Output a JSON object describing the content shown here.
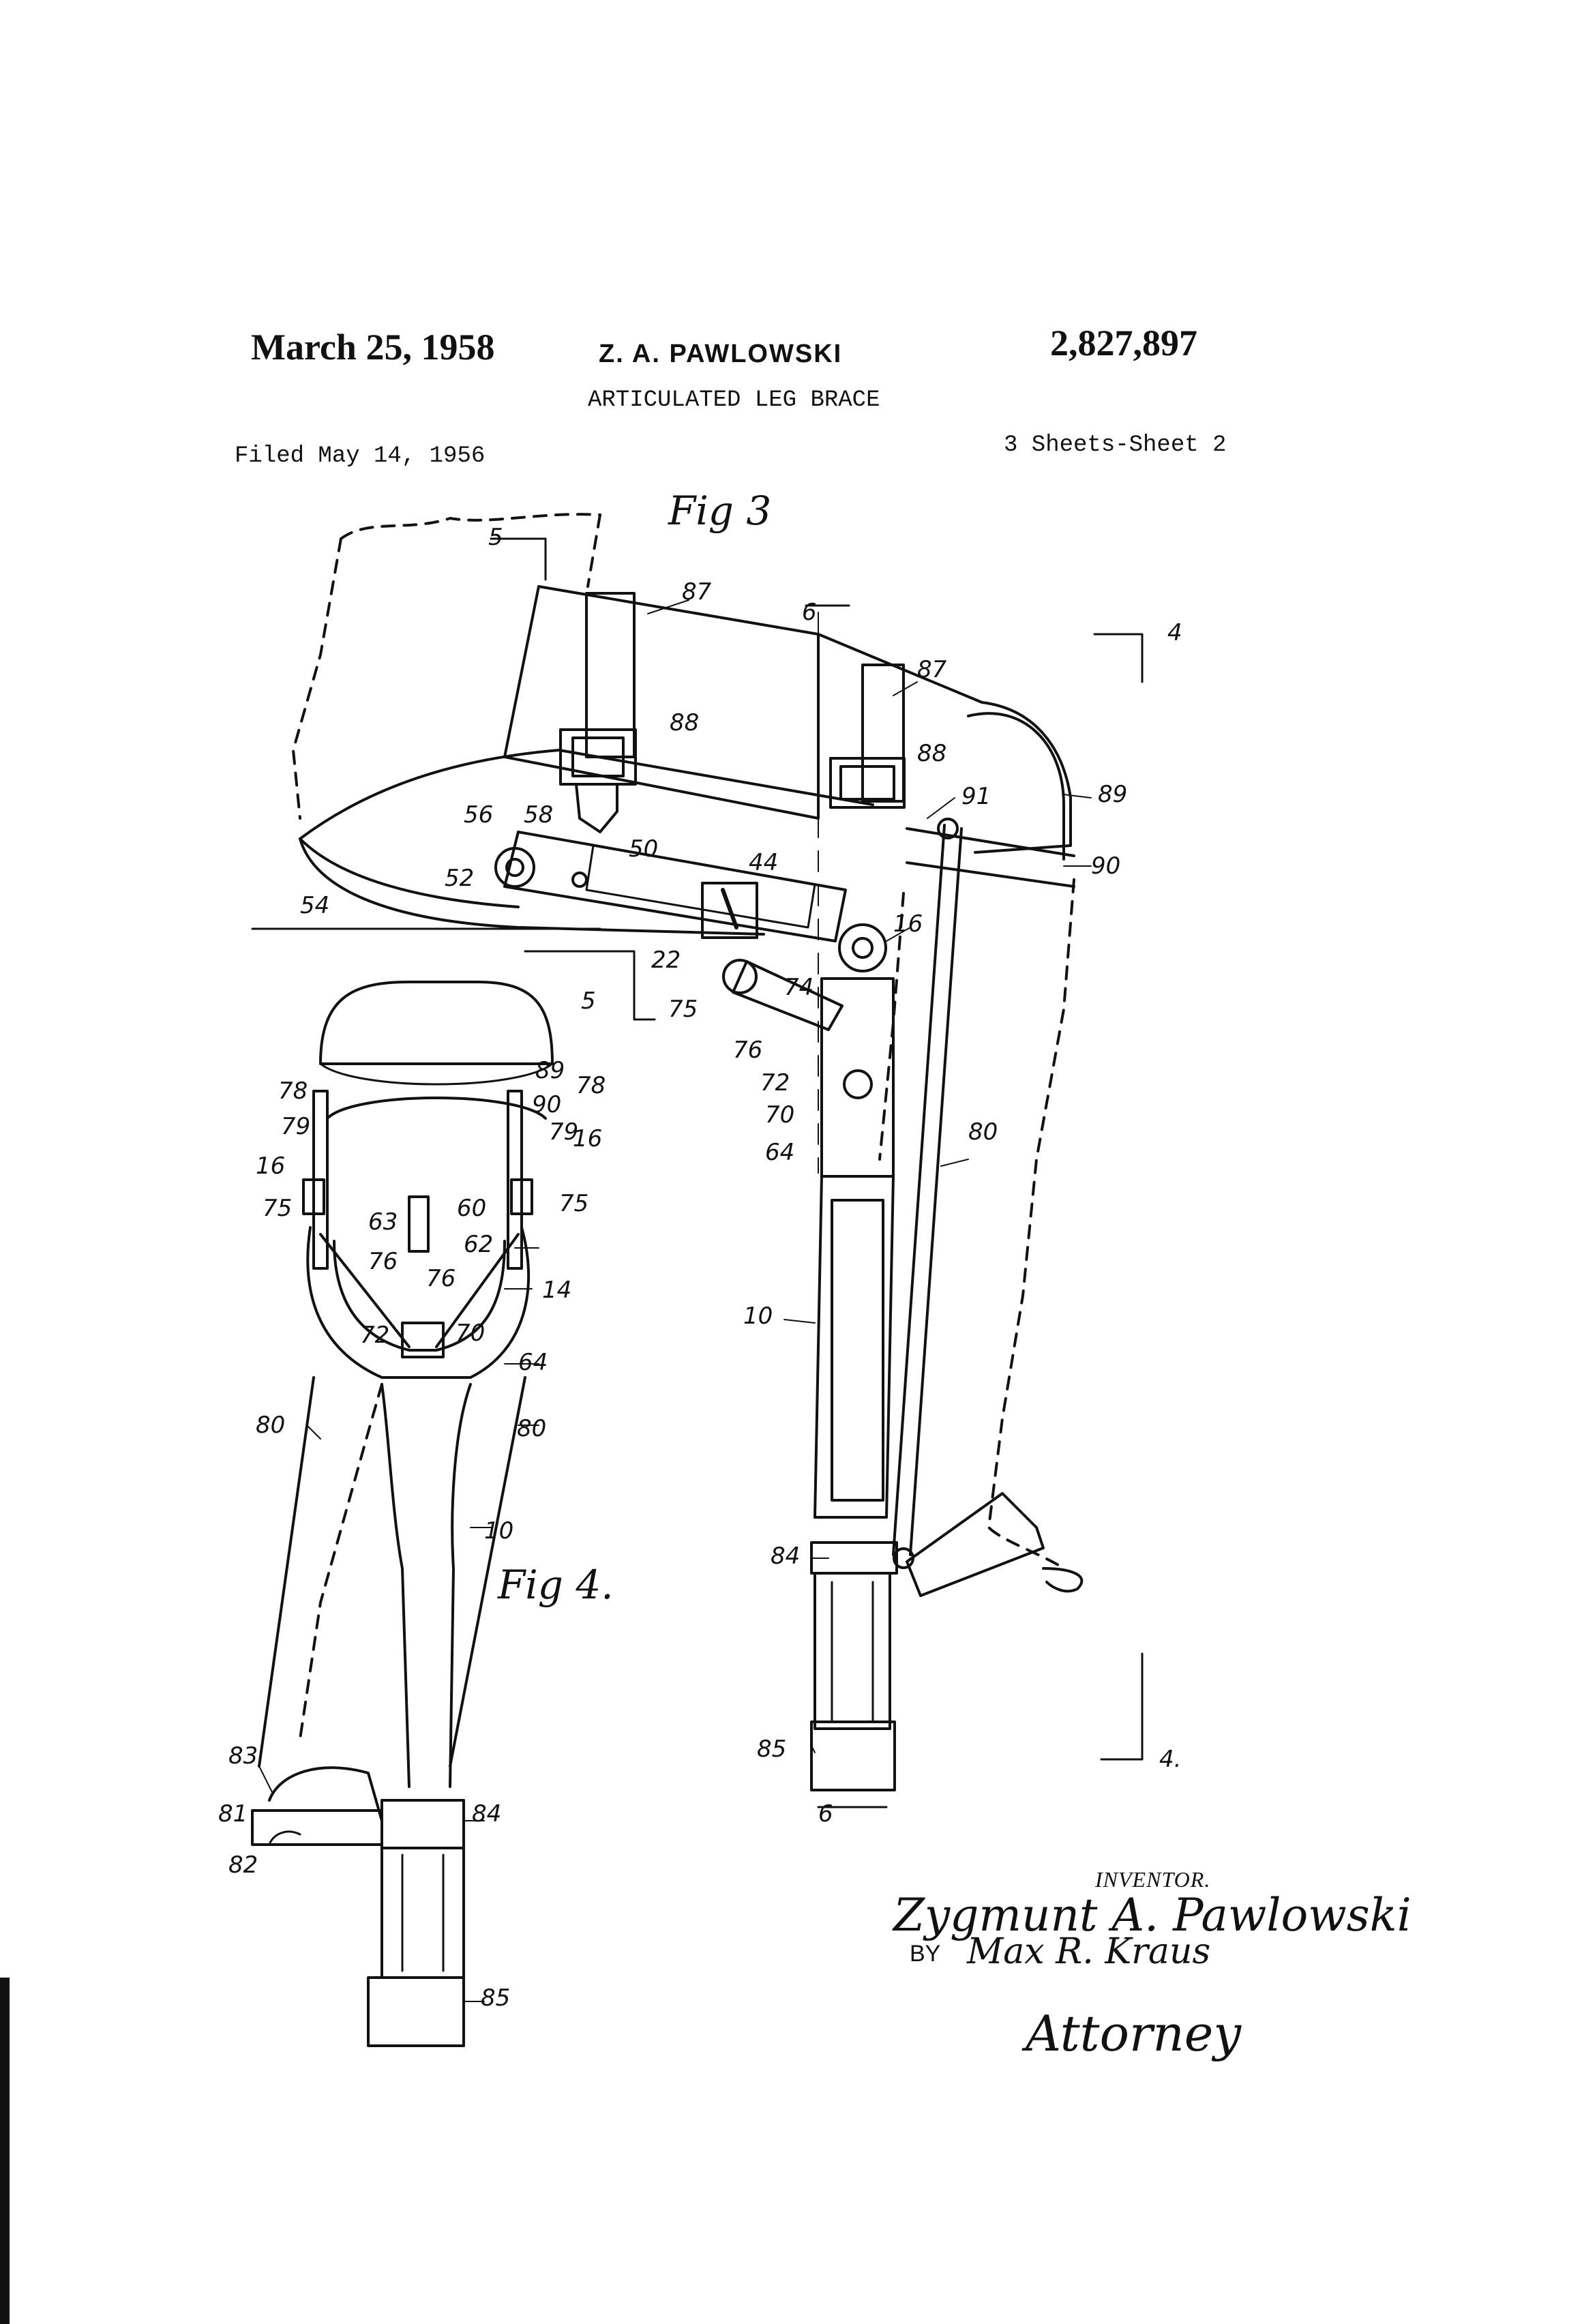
{
  "header": {
    "date": "March 25, 1958",
    "inventor": "Z. A. PAWLOWSKI",
    "patent_number": "2,827,897",
    "title": "ARTICULATED LEG BRACE",
    "filed": "Filed May 14, 1956",
    "sheets": "3 Sheets-Sheet 2"
  },
  "figures": {
    "fig3_label": "Fig 3",
    "fig4_label": "Fig 4."
  },
  "section_marks": {
    "s5_top": "5",
    "s5_bottom": "5",
    "s6_top": "6",
    "s6_bottom": "6",
    "s4_top": "4",
    "s4_bottom": "4."
  },
  "ref_numerals": {
    "fig3": [
      "87",
      "87",
      "88",
      "88",
      "89",
      "90",
      "91",
      "56",
      "58",
      "50",
      "44",
      "52",
      "54",
      "22",
      "16",
      "75",
      "74",
      "76",
      "72",
      "70",
      "64",
      "80",
      "10",
      "84",
      "85"
    ],
    "fig4": [
      "89",
      "78",
      "90",
      "78",
      "79",
      "79",
      "16",
      "16",
      "75",
      "75",
      "63",
      "60",
      "62",
      "76",
      "76",
      "14",
      "72",
      "70",
      "64",
      "80",
      "80",
      "10",
      "83",
      "81",
      "84",
      "82",
      "85"
    ]
  },
  "signature": {
    "label": "INVENTOR.",
    "inventor_name": "Zygmunt A. Pawlowski",
    "by": "BY",
    "attorney_name": "Max R. Kraus",
    "attorney": "Attorney"
  }
}
